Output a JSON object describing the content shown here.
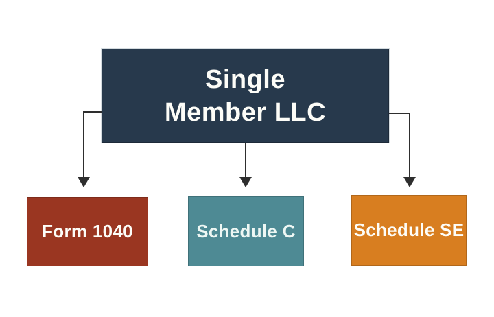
{
  "diagram": {
    "title_node": {
      "label_line1": "Single",
      "label_line2": "Member LLC",
      "bg_color": "#27394c",
      "text_color": "#fdfdf8"
    },
    "children": [
      {
        "label": "Form 1040",
        "bg_color": "#9a3621",
        "text_color": "#fdfdf8"
      },
      {
        "label": "Schedule C",
        "bg_color": "#4e8a94",
        "text_color": "#eef7f4"
      },
      {
        "label": "Schedule SE",
        "bg_color": "#d87e20",
        "text_color": "#fdfdf8"
      }
    ],
    "connector_color": "#2e2e2e"
  }
}
